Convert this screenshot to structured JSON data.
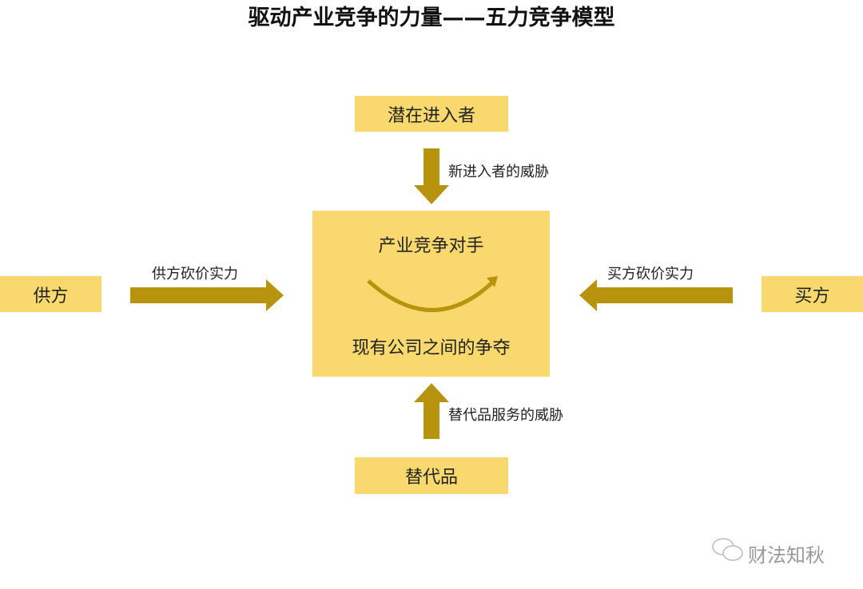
{
  "title": "驱动产业竞争的力量——五力竞争模型",
  "nodes": {
    "top": "潜在进入者",
    "left": "供方",
    "right": "买方",
    "bottom": "替代品",
    "center_top": "产业竞争对手",
    "center_bottom": "现有公司之间的争夺"
  },
  "arrows": {
    "top": "新进入者的威胁",
    "left": "供方砍价实力",
    "right": "买方砍价实力",
    "bottom": "替代品服务的威胁"
  },
  "watermark": "财法知秋",
  "colors": {
    "box": "#F9D96E",
    "arrow": "#B8940E"
  }
}
